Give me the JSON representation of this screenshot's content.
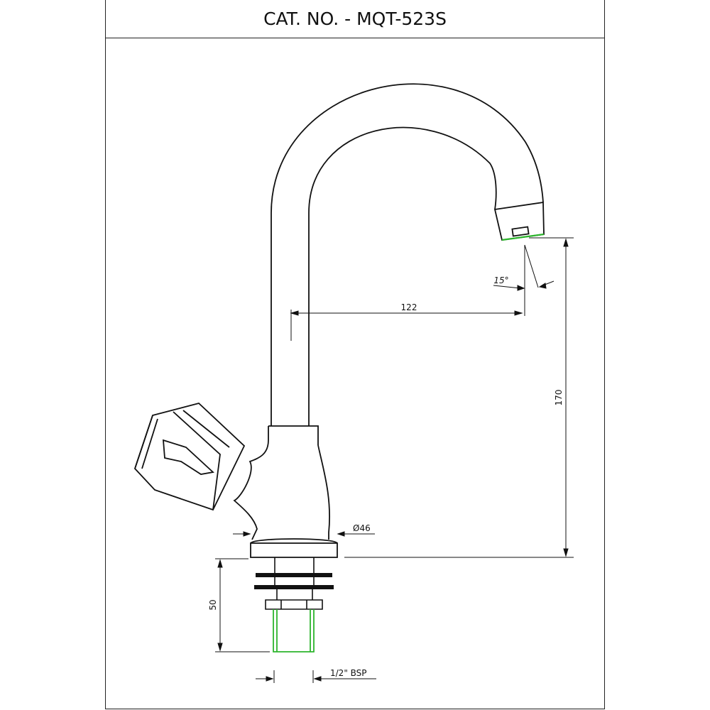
{
  "title": "CAT. NO. - MQT-523S",
  "dimensions": {
    "reach": "122",
    "height": "170",
    "angle": "15°",
    "body_diameter": "Ø46",
    "thread_length": "50",
    "thread_size": "1/2\" BSP"
  },
  "colors": {
    "line": "#111111",
    "highlight": "#2db52d"
  }
}
